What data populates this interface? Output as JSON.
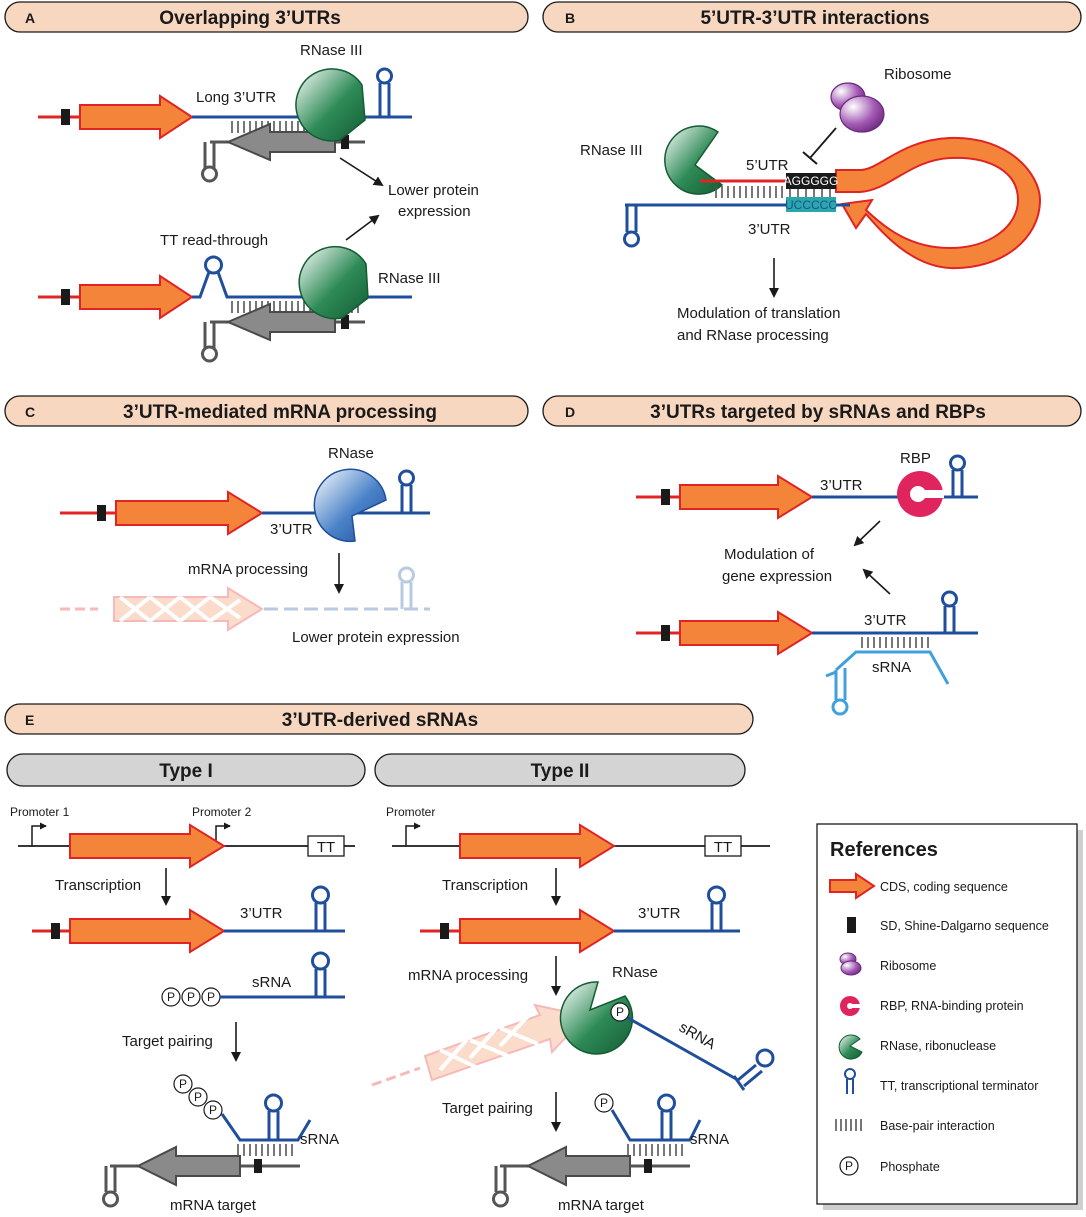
{
  "panels": {
    "a": {
      "letter": "A",
      "title": "Overlapping 3’UTRs",
      "long_utr": "Long 3’UTR",
      "rnase_top": "RNase III",
      "rnase_bottom": "RNase III",
      "tt_readthrough": "TT read-through",
      "lower_expr_1": "Lower protein",
      "lower_expr_2": "expression"
    },
    "b": {
      "letter": "B",
      "title": "5’UTR-3’UTR interactions",
      "ribosome": "Ribosome",
      "rnase": "RNase III",
      "utr5": "5’UTR",
      "utr3": "3’UTR",
      "seq_top": "AGGGGG",
      "seq_bottom": "UCCCCC",
      "modulation_1": "Modulation of translation",
      "modulation_2": "and RNase processing"
    },
    "c": {
      "letter": "C",
      "title": "3’UTR-mediated mRNA processing",
      "rnase": "RNase",
      "utr3": "3’UTR",
      "processing": "mRNA processing",
      "lower_expr": "Lower protein expression"
    },
    "d": {
      "letter": "D",
      "title": "3’UTRs targeted by sRNAs and RBPs",
      "rbp": "RBP",
      "utr3_top": "3’UTR",
      "utr3_bottom": "3’UTR",
      "modulation_1": "Modulation of",
      "modulation_2": "gene expression",
      "srna": "sRNA"
    },
    "e": {
      "letter": "E",
      "title": "3’UTR-derived sRNAs",
      "type1": {
        "title": "Type I",
        "promoter1": "Promoter 1",
        "promoter2": "Promoter 2",
        "tt": "TT",
        "transcription": "Transcription",
        "utr3": "3’UTR",
        "srna": "sRNA",
        "target_pairing": "Target pairing",
        "srna2": "sRNA",
        "mrna_target": "mRNA target",
        "p": "P"
      },
      "type2": {
        "title": "Type II",
        "promoter": "Promoter",
        "tt": "TT",
        "transcription": "Transcription",
        "utr3": "3’UTR",
        "processing": "mRNA processing",
        "rnase": "RNase",
        "srna": "sRNA",
        "target_pairing": "Target pairing",
        "srna2": "sRNA",
        "mrna_target": "mRNA target",
        "p": "P"
      }
    }
  },
  "references": {
    "title": "References",
    "items": [
      {
        "icon": "cds-arrow-icon",
        "label": "CDS, coding sequence"
      },
      {
        "icon": "sd-box-icon",
        "label": "SD, Shine-Dalgarno sequence"
      },
      {
        "icon": "ribosome-icon",
        "label": "Ribosome"
      },
      {
        "icon": "rbp-icon",
        "label": "RBP, RNA-binding protein"
      },
      {
        "icon": "rnase-icon",
        "label": "RNase, ribonuclease"
      },
      {
        "icon": "terminator-icon",
        "label": "TT, transcriptional terminator"
      },
      {
        "icon": "basepair-icon",
        "label": "Base-pair interaction"
      },
      {
        "icon": "phosphate-icon",
        "label": "Phosphate"
      }
    ]
  },
  "colors": {
    "cds_fill": "#f5843b",
    "cds_stroke": "#e02424",
    "utr_blue": "#1f4e9c",
    "srna_light": "#3fa0dc",
    "rnase_green": "#1f7a45",
    "rnase_blue": "#2f64ae",
    "ribosome": "#8e3f9e",
    "rbp": "#e0245e",
    "gray": "#7f7f7f",
    "header_fill": "#f8d7c0",
    "subheader_fill": "#d4d4d4"
  }
}
